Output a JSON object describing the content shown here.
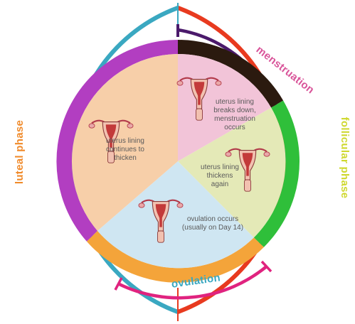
{
  "phases": {
    "luteal": "luteal phase",
    "follicular": "follicular phase",
    "menstruation": "menstruation",
    "ovulation": "ovulation"
  },
  "slices": {
    "menstruation": [
      "uterus lining",
      "breaks down,",
      "menstruation",
      "occurs"
    ],
    "thickens_again": [
      "uterus lining",
      "thickens",
      "again"
    ],
    "ovulation": [
      "ovulation occurs",
      "(usually on Day 14)"
    ],
    "luteal": [
      "uterus lining",
      "continues to",
      "thicken"
    ]
  },
  "icons": [
    "uterus-icon"
  ],
  "colors": {
    "luteal_arc": "#3aa8c1",
    "follicular_arc": "#e83a1f",
    "menstruation_slice": "#f2c4d8",
    "menstruation_band": "#2b1a0f",
    "thickening_slice": "#e4e9b7",
    "thickening_band": "#2fbf3a",
    "ovulation_slice": "#cfe6f2",
    "ovulation_band": "#f4a43a",
    "luteal_slice": "#f7cfa9",
    "luteal_band": "#b23ec1",
    "menstruation_bracket": "#4b1a6b",
    "ovulation_bracket": "#e0237f",
    "luteal_label": "#f08a2a",
    "follicular_label": "#cfd82f",
    "menstruation_label": "#d9559a",
    "ovulation_label": "#3aa8c1"
  }
}
